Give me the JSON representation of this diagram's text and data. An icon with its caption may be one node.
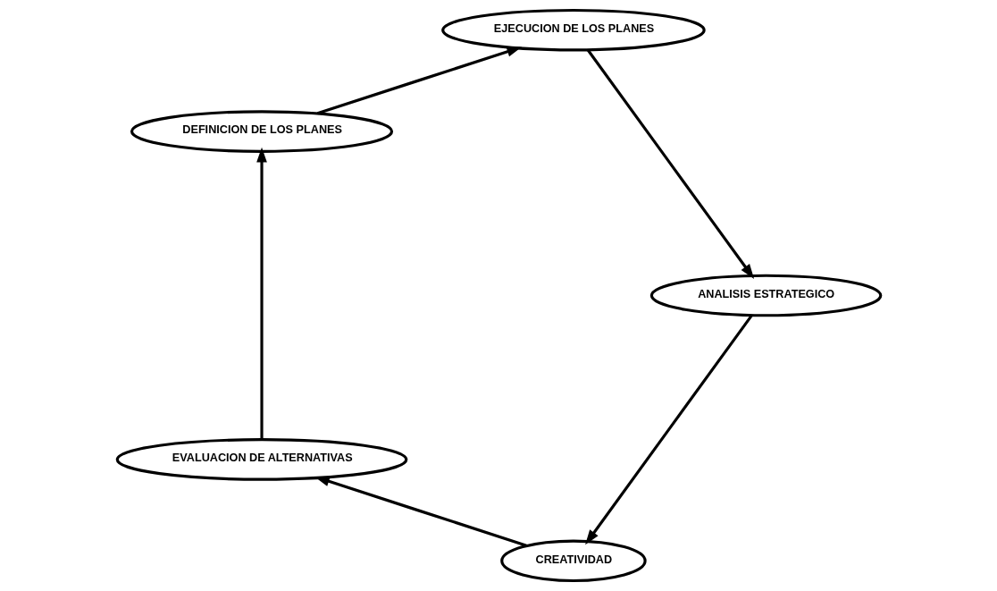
{
  "diagram": {
    "nodes": [
      {
        "text": [
          "CREATIVIDAD"
        ]
      },
      {
        "text": [
          "ANALISIS ESTRATEGICO"
        ]
      },
      {
        "text": [
          "EVALUACION DE ALTERNATIVAS"
        ]
      },
      {
        "text": [
          "EJECUCION DE LOS PLANES"
        ]
      },
      {
        "text": [
          "DEFINICION DE LOS PLANES"
        ]
      }
    ],
    "edges": [
      {
        "from": 1,
        "to": 0,
        "arrow": "to"
      },
      {
        "from": 0,
        "to": 2,
        "arrow": "to"
      },
      {
        "from": 2,
        "to": 4,
        "arrow": "to"
      },
      {
        "from": 4,
        "to": 3,
        "arrow": "to"
      },
      {
        "from": 3,
        "to": 1,
        "arrow": "to"
      }
    ]
  }
}
